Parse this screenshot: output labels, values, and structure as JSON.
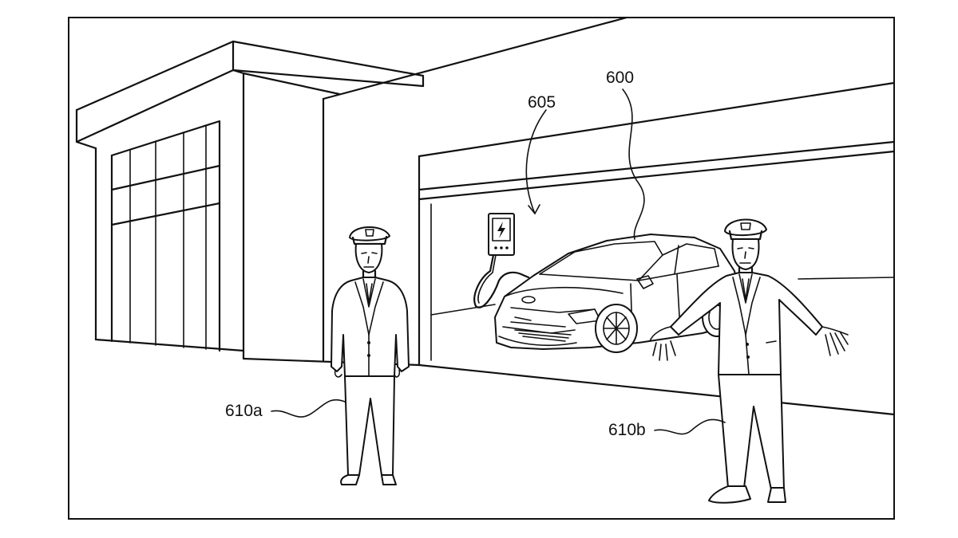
{
  "labels": {
    "car": "600",
    "charger": "605",
    "person_a": "610a",
    "person_b": "610b"
  },
  "icons": {
    "charger_symbol": "lightning-bolt"
  },
  "colors": {
    "line": "#111111",
    "background": "#ffffff"
  }
}
